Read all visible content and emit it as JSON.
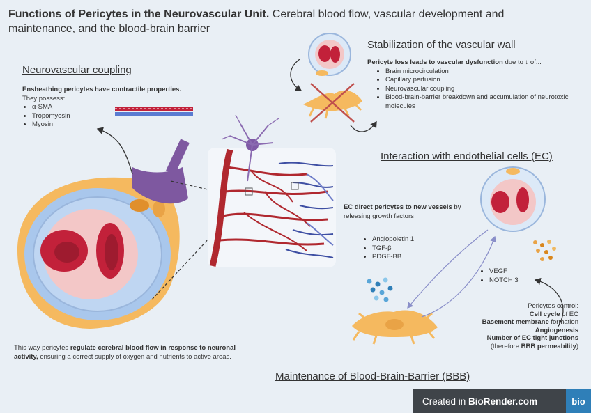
{
  "title": {
    "bold": "Functions of Pericytes in the Neurovascular Unit.",
    "rest": " Cerebral blood flow, vascular development and maintenance, and the blood-brain barrier"
  },
  "coupling": {
    "heading": "Neurovascular coupling",
    "bold": "Ensheathing pericytes have contractile properties.",
    "possess": "They possess:",
    "items": [
      "α-SMA",
      "Tropomyosin",
      "Myosin"
    ],
    "bottom_pre": "This way pericytes ",
    "bottom_bold": "regulate cerebral blood flow in response to neuronal activity,",
    "bottom_post": " ensuring a correct supply of oxygen and nutrients to active areas."
  },
  "stabilization": {
    "heading": "Stabilization of the vascular wall",
    "lead_bold": "Pericyte loss leads to vascular dysfunction",
    "lead_rest": " due to ↓ of...",
    "items": [
      "Brain microcirculation",
      "Capillary perfusion",
      "Neurovascular coupling",
      "Blood-brain-barrier breakdown and accumulation of neurotoxic molecules"
    ]
  },
  "interaction": {
    "heading": "Interaction with endothelial cells (EC)",
    "lead_bold": "EC direct pericytes to new vessels",
    "lead_rest": " by releasing growth factors",
    "factors": [
      "Angiopoietin 1",
      "TGF-β",
      "PDGF-BB"
    ],
    "ec_factors": [
      "VEGF",
      "NOTCH 3"
    ]
  },
  "controls": {
    "intro": "Pericytes control:",
    "l1": "Cell cycle",
    "l1b": " of EC",
    "l2": "Basement membrane",
    "l2b": " formation",
    "l3": "Angiogenesis",
    "l4": "Number of EC tight junctions",
    "l5a": "(therefore ",
    "l5b": "BBB permeability",
    "l5c": ")"
  },
  "bbb": {
    "heading": "Maintenance of Blood-Brain-Barrier (BBB)"
  },
  "badge": {
    "text_pre": "Created in ",
    "text_bold": "BioRender.com",
    "logo": "bio"
  },
  "colors": {
    "background": "#e9eff5",
    "pericyte": "#f5b95f",
    "endothelium": "#b9d3f0",
    "rbc": "#c2213a",
    "lumen": "#f3c7c7",
    "neuron": "#7f5aa6",
    "artery": "#b0282f",
    "vein": "#3e4fa3"
  }
}
